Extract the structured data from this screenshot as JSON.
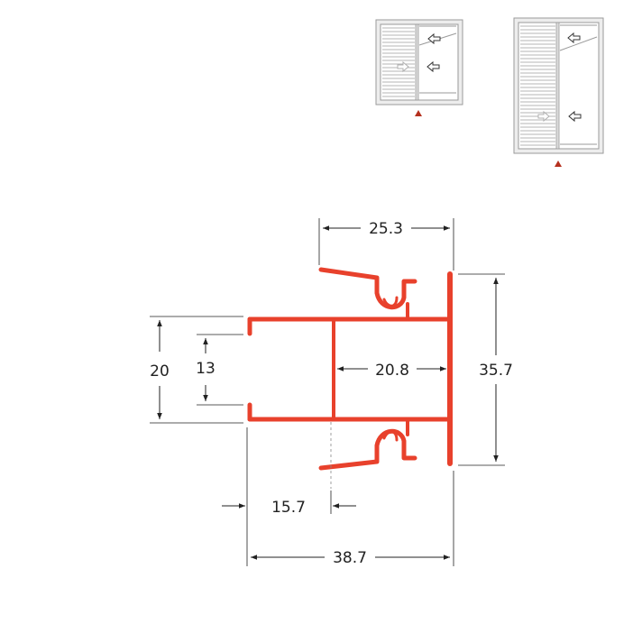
{
  "colors": {
    "profile": "#e8412c",
    "dimension": "#222222",
    "frame": "#9a9a9a",
    "marker": "#b5301e"
  },
  "icons": {
    "open_arrow": "arrow-left-outline-icon",
    "slide_arrow": "arrow-right-outline-icon",
    "position_marker": "triangle-up-icon"
  },
  "dimensions": {
    "top_width": "25.3",
    "left_outer_height": "20",
    "left_inner_height": "13",
    "inner_width": "20.8",
    "right_height": "35.7",
    "bottom_offset": "15.7",
    "total_width": "38.7"
  }
}
